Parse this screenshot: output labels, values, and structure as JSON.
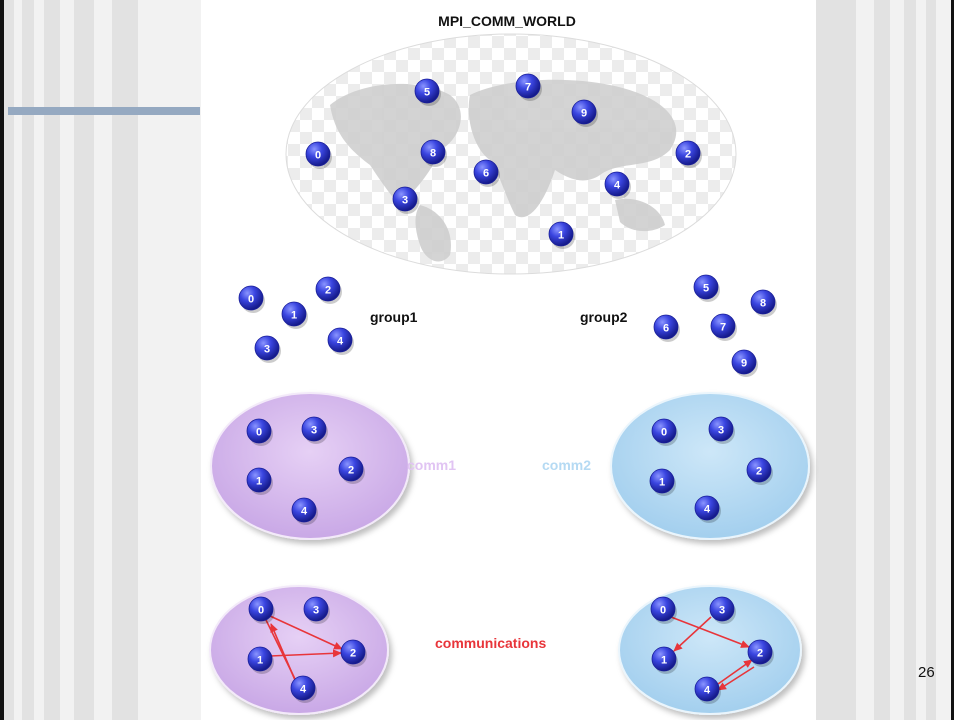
{
  "title": "MPI_COMM_WORLD",
  "world_ranks": [
    "0",
    "1",
    "2",
    "3",
    "4",
    "5",
    "6",
    "7",
    "8",
    "9"
  ],
  "group1": {
    "label": "group1",
    "ranks": [
      "0",
      "1",
      "2",
      "3",
      "4"
    ]
  },
  "group2": {
    "label": "group2",
    "ranks": [
      "5",
      "6",
      "7",
      "8",
      "9"
    ]
  },
  "comm1": {
    "label": "comm1",
    "ranks": [
      "0",
      "1",
      "2",
      "3",
      "4"
    ],
    "color": "#dcc2ef"
  },
  "comm2": {
    "label": "comm2",
    "ranks": [
      "0",
      "1",
      "2",
      "3",
      "4"
    ],
    "color": "#b9dcf3"
  },
  "communications": {
    "label": "communications",
    "color": "#e8353a"
  },
  "page_number": "26",
  "colors": {
    "node": "#2a2fc9",
    "stripe_dark": "#e2e2e2",
    "stripe_light": "#f2f2f2",
    "accent": "#95a9c1"
  }
}
